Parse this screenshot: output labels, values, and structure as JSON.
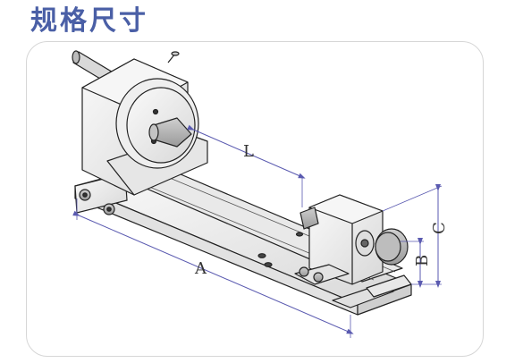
{
  "page": {
    "title": "规格尺寸"
  },
  "diagram": {
    "labels": {
      "L": "L",
      "A": "A",
      "B": "B",
      "C": "C"
    },
    "colors": {
      "title": "#4a5fa6",
      "dimension": "#5a5ab0",
      "outline": "#222222",
      "body": "#eeeeee"
    }
  }
}
